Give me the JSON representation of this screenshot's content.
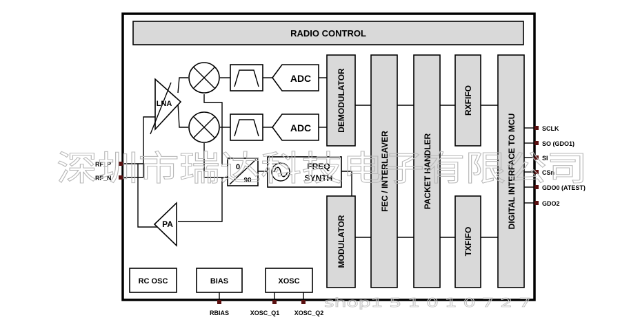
{
  "blocks": {
    "radio_control": "RADIO CONTROL",
    "adc_top": "ADC",
    "adc_bottom": "ADC",
    "demodulator": "DEMODULATOR",
    "fec": "FEC / INTERLEAVER",
    "packet_handler": "PACKET HANDLER",
    "rxfifo": "RXFIFO",
    "txfifo": "TXFIFO",
    "digital_interface": "DIGITAL INTERFACE TO MCU",
    "modulator": "MODULATOR",
    "lna": "LNA",
    "pa": "PA",
    "divider_top": "0",
    "divider_bottom": "90",
    "freq_synth_line1": "FREQ",
    "freq_synth_line2": "SYNTH",
    "rc_osc": "RC OSC",
    "bias": "BIAS",
    "xosc": "XOSC"
  },
  "pins": {
    "rf_p": "RF_P",
    "rf_n": "RF_N",
    "sclk": "SCLK",
    "so": "SO (GDO1)",
    "si": "SI",
    "csn": "CSn",
    "gdo0": "GDO0 (ATEST)",
    "gdo2": "GDO2",
    "rbias": "RBIAS",
    "xosc_q1": "XOSC_Q1",
    "xosc_q2": "XOSC_Q2"
  },
  "watermark": {
    "text": "深圳市瑞达科技电子有限公司",
    "url_fragment": "shop1 5 1 0 1 0 7 2 7"
  }
}
